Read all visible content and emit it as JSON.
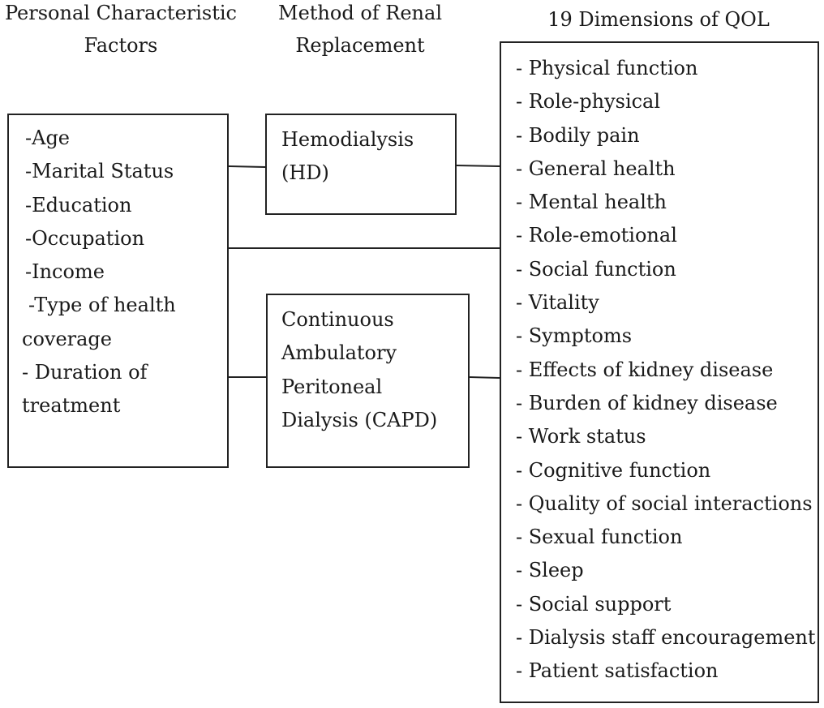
{
  "headings": {
    "personal": [
      "Personal Characteristic",
      "Factors"
    ],
    "method": [
      "Method of Renal",
      "Replacement"
    ],
    "qol": "19 Dimensions of QOL"
  },
  "personal_factors": [
    "-Age",
    "-Marital Status",
    "-Education",
    "-Occupation",
    "-Income",
    "-Type of health",
    "coverage",
    "- Duration of",
    "treatment"
  ],
  "methods": {
    "hd": [
      "Hemodialysis",
      "(HD)"
    ],
    "capd": [
      "Continuous",
      "Ambulatory",
      "Peritoneal",
      "Dialysis (CAPD)"
    ]
  },
  "qol_dimensions": [
    "- Physical function",
    "- Role-physical",
    "- Bodily pain",
    "- General health",
    "- Mental health",
    "- Role-emotional",
    "- Social function",
    "- Vitality",
    "- Symptoms",
    "- Effects of kidney disease",
    "- Burden of kidney disease",
    "- Work status",
    "- Cognitive function",
    "- Quality of social interactions",
    "- Sexual function",
    "- Sleep",
    "- Social support",
    "- Dialysis staff encouragement",
    "- Patient satisfaction"
  ]
}
